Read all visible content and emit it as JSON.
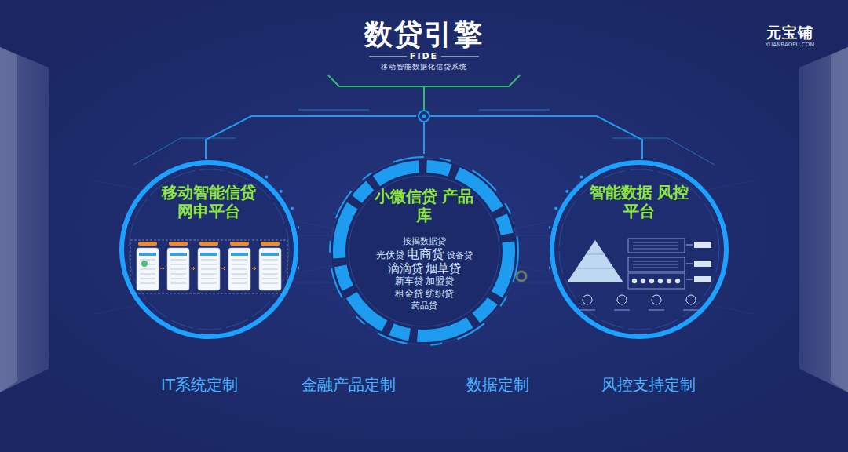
{
  "diagram": {
    "title": "数贷引擎",
    "nodes": [
      {
        "text": [
          "移动智能信贷 网申平台"
        ]
      },
      {
        "text": [
          "小微信贷 产品库",
          "按揭数据贷",
          "光伏贷",
          "电商贷",
          "设备贷",
          "滴滴贷",
          "烟草贷",
          "新车贷",
          "加盟贷",
          "租金贷",
          "纺织贷",
          "药品贷"
        ]
      },
      {
        "text": [
          "智能数据 风控平台"
        ]
      }
    ],
    "labels": [
      "FIDE",
      "移动智能数据化信贷系统",
      "元宝铺",
      "YUANBAOPU.COM",
      "IT系统定制",
      "金融产品定制",
      "数据定制",
      "风控支持定制"
    ]
  }
}
